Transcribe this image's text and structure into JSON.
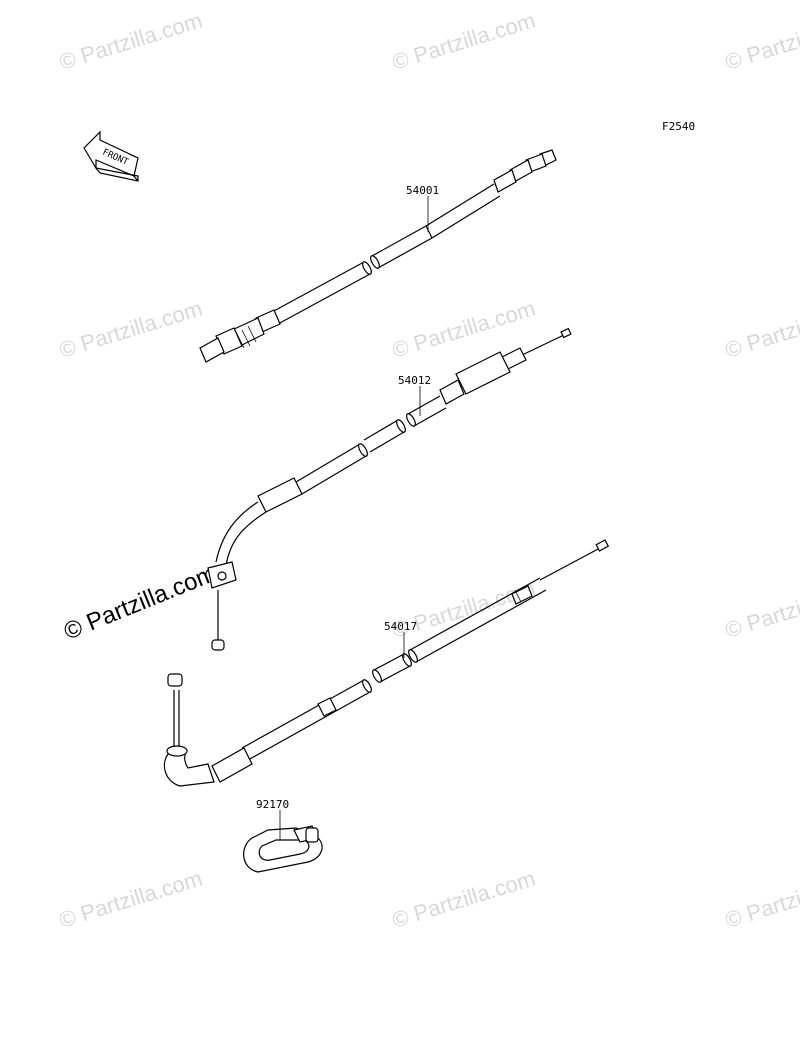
{
  "figure_code": "F2540",
  "front_label": "FRONT",
  "watermark_text": "© Partzilla.com",
  "watermark_prominent_text": "© Partzilla.com",
  "parts": [
    {
      "id": "speedometer-cable",
      "number": "54001"
    },
    {
      "id": "throttle-cable",
      "number": "54012"
    },
    {
      "id": "choke-cable",
      "number": "54017"
    },
    {
      "id": "cable-clamp",
      "number": "92170"
    }
  ],
  "colors": {
    "line": "#000000",
    "watermark": "#d8d8d8",
    "background": "#ffffff"
  }
}
